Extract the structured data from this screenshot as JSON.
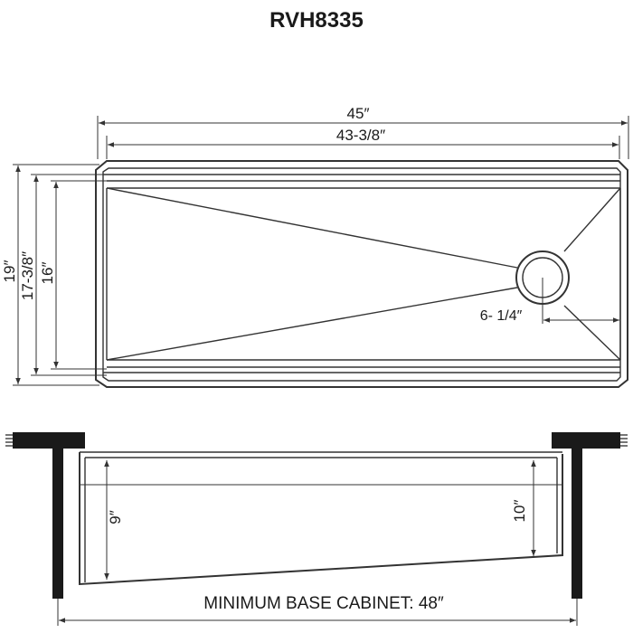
{
  "title": "RVH8335",
  "top_view": {
    "overall_width": "45″",
    "inner_width": "43-3/8″",
    "overall_depth": "19″",
    "inner_depth_outer": "17-3/8″",
    "inner_depth": "16″",
    "drain_offset": "6- 1/4″"
  },
  "side_view": {
    "left_depth": "9″",
    "right_depth": "10″",
    "cabinet_label": "MINIMUM BASE CABINET: 48″"
  }
}
